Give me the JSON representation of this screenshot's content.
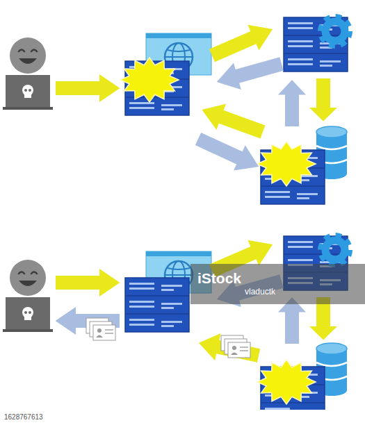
{
  "diagram": {
    "labels": [
      "iStock",
      "vlaductk",
      "1628767613"
    ]
  }
}
